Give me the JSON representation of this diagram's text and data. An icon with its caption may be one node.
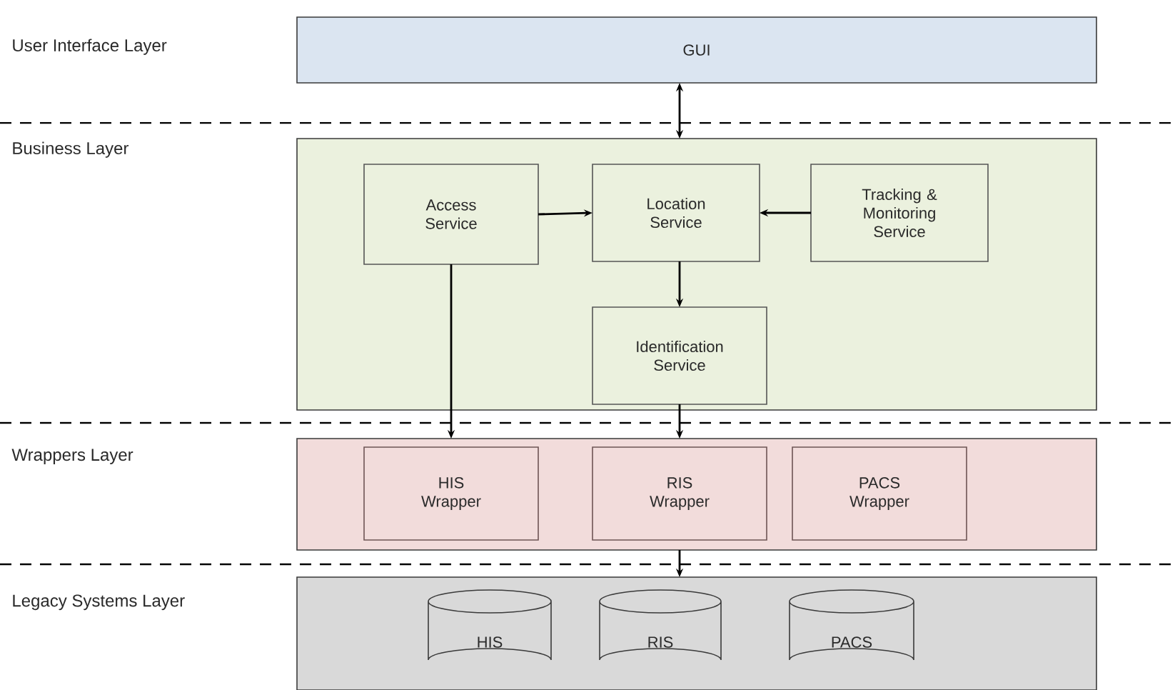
{
  "diagram": {
    "nodes": [
      {
        "text": [
          "GUI"
        ]
      },
      {
        "text": [],
        "shape": "box"
      },
      {
        "text": [
          "Access Service"
        ],
        "in": 1
      },
      {
        "text": [
          "Location Service"
        ],
        "in": 1
      },
      {
        "text": [
          "Tracking & Monitoring Service"
        ],
        "in": 1
      },
      {
        "text": [
          "Identification Service"
        ],
        "in": 1
      },
      {
        "text": [],
        "shape": "box"
      },
      {
        "text": [
          "HIS Wrapper"
        ],
        "in": 6
      },
      {
        "text": [
          "RIS Wrapper"
        ],
        "in": 6
      },
      {
        "text": [
          "PACS Wrapper"
        ],
        "in": 6
      },
      {
        "text": [],
        "shape": "box"
      },
      {
        "text": [
          "HIS"
        ],
        "in": 10
      },
      {
        "text": [
          "RIS"
        ],
        "in": 10
      },
      {
        "text": [
          "PACS"
        ],
        "in": 10
      }
    ],
    "edges": [
      {
        "from": 0,
        "to": 1,
        "arrow": "both"
      },
      {
        "from": 2,
        "to": 3,
        "arrow": "to"
      },
      {
        "from": 4,
        "to": 3,
        "arrow": "to"
      },
      {
        "from": 3,
        "to": 5,
        "arrow": "to"
      },
      {
        "from": 2,
        "to": 6,
        "arrow": "to"
      },
      {
        "from": 5,
        "to": 6,
        "arrow": "to"
      },
      {
        "from": 6,
        "to": 10,
        "arrow": "to"
      }
    ],
    "labels": [
      "User Interface Layer",
      "Business Layer",
      "Wrappers Layer",
      "Legacy Systems Layer"
    ]
  }
}
